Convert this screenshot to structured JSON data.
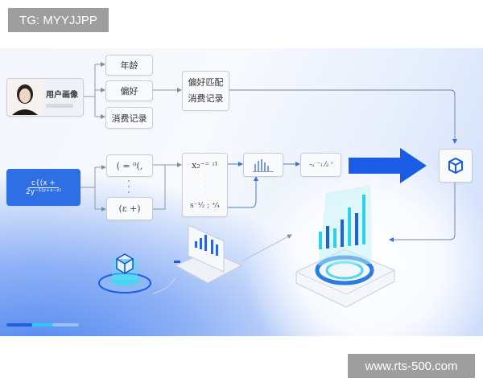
{
  "watermarks": {
    "top_left": "TG: MYYJJPP",
    "bottom_right": "www.rts-500.com"
  },
  "user_card": {
    "title": "用户画像"
  },
  "attributes": [
    "年龄",
    "偏好",
    "消费记录"
  ],
  "match_box": {
    "line1": "偏好匹配",
    "line2": "消费记录"
  },
  "formula_card": {
    "numerator": "c{(x +",
    "denominator": "2y⁻¹⁽ʸ⁺ˣ⁻ᶻ⁾"
  },
  "formula_boxes": [
    "( = ⁰(,",
    "(ɛ +)"
  ],
  "vector_box": {
    "top": "x₂⁻⁼ ᶦ¹",
    "bottom": "s⁻¹⁄₂ ; ⁺⁄₄"
  },
  "filter_box": "-ᵤ ⁻ₗ ⁄₂ ⁱ",
  "colors": {
    "accent": "#1a5ce6",
    "cyan": "#22d3e6",
    "line": "#7f8ea6"
  },
  "progress": {
    "segments": [
      "#1f5fe0",
      "#2ec9f0",
      "#9cc0f5"
    ]
  }
}
